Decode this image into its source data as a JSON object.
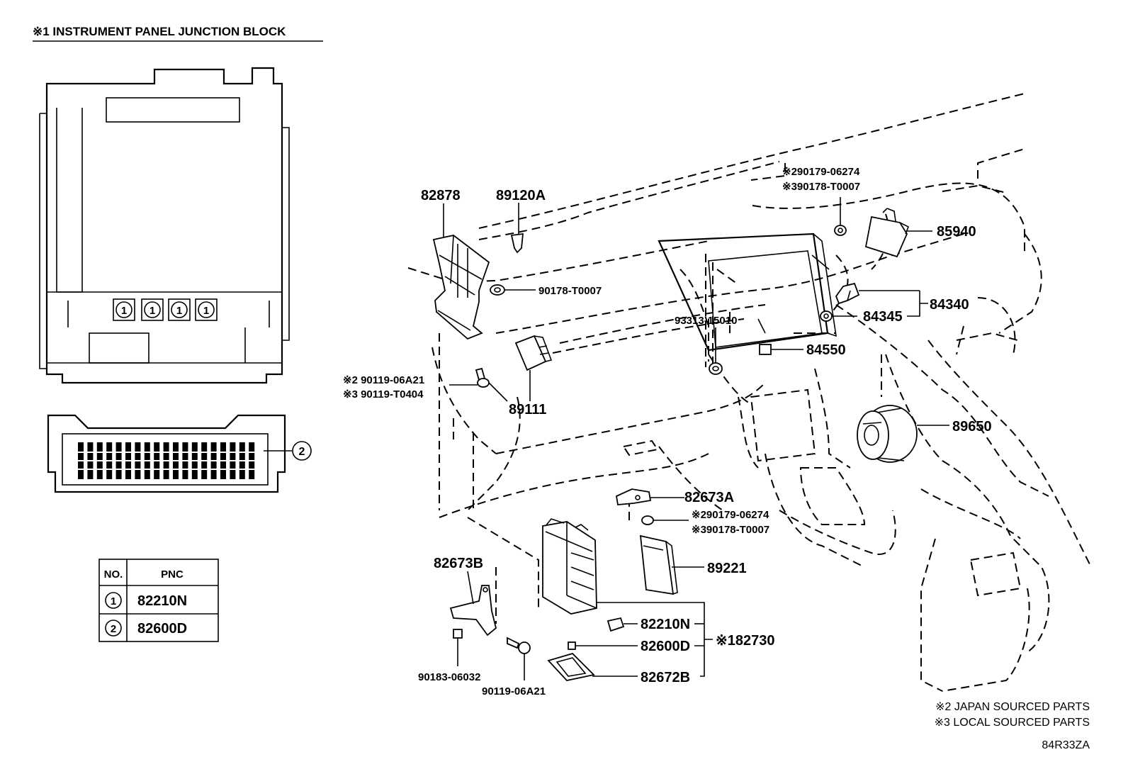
{
  "inset_title": "※1 INSTRUMENT PANEL JUNCTION BLOCK",
  "inset_callouts": {
    "marker_1": "1",
    "marker_2": "2"
  },
  "pnc_table": {
    "header_no": "NO.",
    "header_pnc": "PNC",
    "rows": [
      {
        "no": "1",
        "pnc": "82210N"
      },
      {
        "no": "2",
        "pnc": "82600D"
      }
    ]
  },
  "part_labels": {
    "p82878": "82878",
    "p89120A": "89120A",
    "p90178_T0007_a": "90178-T0007",
    "p90119_06A21_j": "※2 90119-06A21",
    "p90119_T0404_l": "※3 90119-T0404",
    "p89111": "89111",
    "p90179_06274_j_top": "※290179-06274",
    "p90178_T0007_l_top": "※390178-T0007",
    "p85940": "85940",
    "p93313_15010": "93313-15010",
    "p84345": "84345",
    "p84340": "84340",
    "p84550": "84550",
    "p89650": "89650",
    "p82673A": "82673A",
    "p90179_06274_j_mid": "※290179-06274",
    "p90178_T0007_l_mid": "※390178-T0007",
    "p82673B": "82673B",
    "p89221": "89221",
    "p82210N": "82210N",
    "p82600D": "82600D",
    "p82672B": "82672B",
    "p82730": "※182730",
    "p90183_06032": "90183-06032",
    "p90119_06A21": "90119-06A21"
  },
  "footnotes": {
    "japan": "※2 JAPAN SOURCED PARTS",
    "local": "※3 LOCAL SOURCED PARTS"
  },
  "diagram_code": "84R33ZA"
}
